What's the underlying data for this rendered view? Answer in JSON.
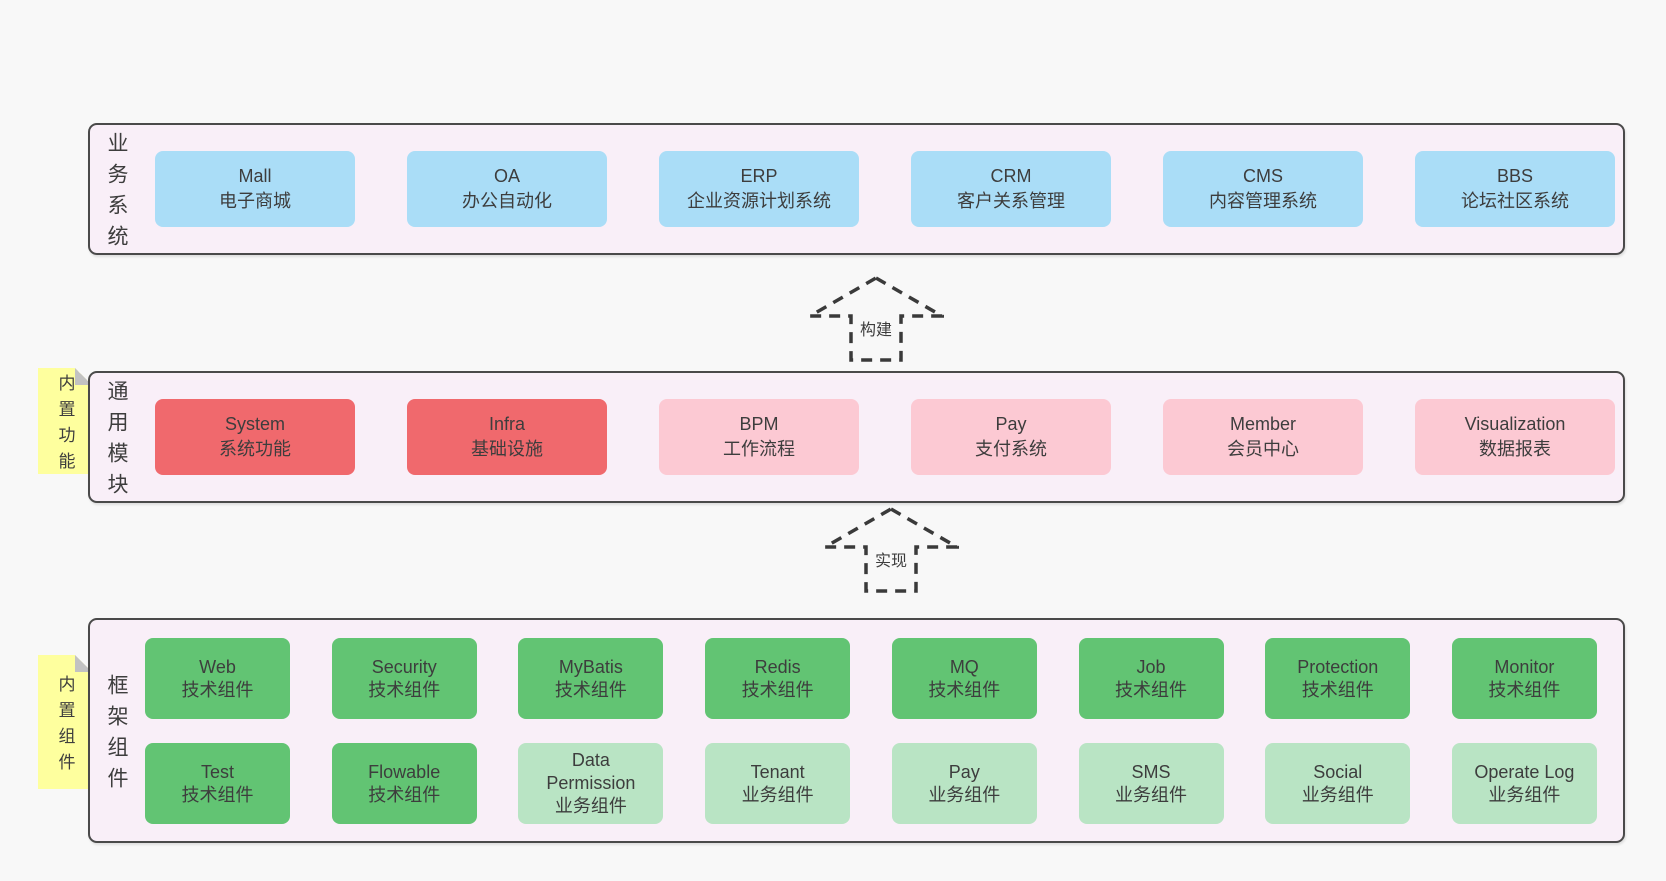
{
  "bands": [
    {
      "label": "业务系统",
      "boxes": [
        {
          "title": "Mall",
          "subtitle": "电子商城",
          "variant": "blue"
        },
        {
          "title": "OA",
          "subtitle": "办公自动化",
          "variant": "blue"
        },
        {
          "title": "ERP",
          "subtitle": "企业资源计划系统",
          "variant": "blue"
        },
        {
          "title": "CRM",
          "subtitle": "客户关系管理",
          "variant": "blue"
        },
        {
          "title": "CMS",
          "subtitle": "内容管理系统",
          "variant": "blue"
        },
        {
          "title": "BBS",
          "subtitle": "论坛社区系统",
          "variant": "blue"
        }
      ]
    },
    {
      "label": "通用模块",
      "sticky": "内置功能",
      "boxes": [
        {
          "title": "System",
          "subtitle": "系统功能",
          "variant": "red"
        },
        {
          "title": "Infra",
          "subtitle": "基础设施",
          "variant": "red"
        },
        {
          "title": "BPM",
          "subtitle": "工作流程",
          "variant": "pink"
        },
        {
          "title": "Pay",
          "subtitle": "支付系统",
          "variant": "pink"
        },
        {
          "title": "Member",
          "subtitle": "会员中心",
          "variant": "pink"
        },
        {
          "title": "Visualization",
          "subtitle": "数据报表",
          "variant": "pink"
        }
      ]
    },
    {
      "label": "框架组件",
      "sticky": "内置组件",
      "rows": [
        [
          {
            "title": "Web",
            "subtitle": "技术组件",
            "variant": "green"
          },
          {
            "title": "Security",
            "subtitle": "技术组件",
            "variant": "green"
          },
          {
            "title": "MyBatis",
            "subtitle": "技术组件",
            "variant": "green"
          },
          {
            "title": "Redis",
            "subtitle": "技术组件",
            "variant": "green"
          },
          {
            "title": "MQ",
            "subtitle": "技术组件",
            "variant": "green"
          },
          {
            "title": "Job",
            "subtitle": "技术组件",
            "variant": "green"
          },
          {
            "title": "Protection",
            "subtitle": "技术组件",
            "variant": "green"
          },
          {
            "title": "Monitor",
            "subtitle": "技术组件",
            "variant": "green"
          }
        ],
        [
          {
            "title": "Test",
            "subtitle": "技术组件",
            "variant": "green"
          },
          {
            "title": "Flowable",
            "subtitle": "技术组件",
            "variant": "green"
          },
          {
            "title": "Data Permission",
            "subtitle": "业务组件",
            "variant": "green-light"
          },
          {
            "title": "Tenant",
            "subtitle": "业务组件",
            "variant": "green-light"
          },
          {
            "title": "Pay",
            "subtitle": "业务组件",
            "variant": "green-light"
          },
          {
            "title": "SMS",
            "subtitle": "业务组件",
            "variant": "green-light"
          },
          {
            "title": "Social",
            "subtitle": "业务组件",
            "variant": "green-light"
          },
          {
            "title": "Operate Log",
            "subtitle": "业务组件",
            "variant": "green-light"
          }
        ]
      ]
    }
  ],
  "arrows": [
    {
      "label": "构建"
    },
    {
      "label": "实现"
    }
  ],
  "colors": {
    "blue": "#aaddf7",
    "red": "#f0696d",
    "pink": "#fcc9d3",
    "green": "#62c473",
    "green_light": "#b9e4c4",
    "band_background": "#f9eff8",
    "sticky_yellow": "#feff9e",
    "page_background": "#f8f8f8",
    "border": "#4a4a4a",
    "text": "#3d3d3d"
  }
}
